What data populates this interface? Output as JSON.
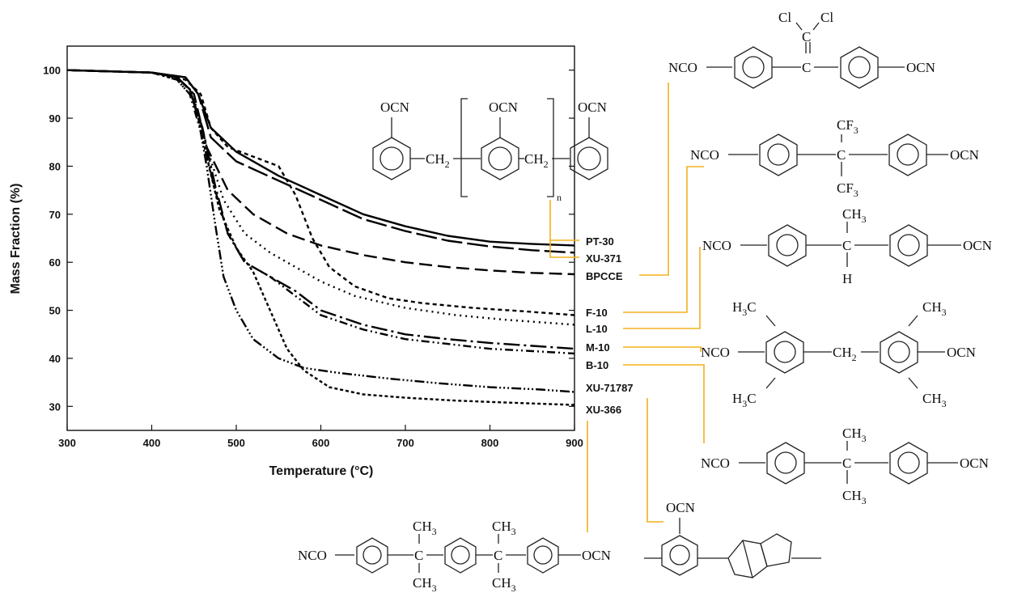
{
  "chart_data": {
    "type": "line",
    "xlabel": "Temperature (°C)",
    "ylabel": "Mass Fraction (%)",
    "xlim": [
      300,
      900
    ],
    "ylim": [
      25,
      105
    ],
    "xticks": [
      300,
      400,
      500,
      600,
      700,
      800,
      900
    ],
    "yticks": [
      30,
      40,
      50,
      60,
      70,
      80,
      90,
      100
    ],
    "grid": false,
    "series": [
      {
        "name": "PT-30",
        "dash": "",
        "x": [
          300,
          400,
          440,
          455,
          470,
          500,
          550,
          600,
          650,
          700,
          750,
          800,
          850,
          900
        ],
        "y": [
          100,
          99.5,
          98.5,
          95,
          88,
          83,
          78,
          74,
          70,
          67.5,
          65.5,
          64.3,
          63.8,
          63.5
        ]
      },
      {
        "name": "XU-371",
        "dash": "26,6",
        "x": [
          300,
          400,
          440,
          455,
          470,
          500,
          550,
          600,
          650,
          700,
          750,
          800,
          850,
          900
        ],
        "y": [
          100,
          99.5,
          98.5,
          95,
          86,
          81,
          77,
          73,
          69,
          66.5,
          64.5,
          63.3,
          62.5,
          62
        ]
      },
      {
        "name": "BPCCE",
        "dash": "16,7",
        "x": [
          300,
          400,
          430,
          450,
          465,
          490,
          520,
          560,
          600,
          650,
          700,
          750,
          800,
          850,
          900
        ],
        "y": [
          100,
          99.5,
          98.5,
          95,
          84,
          75,
          70,
          66,
          63.5,
          61.5,
          60,
          59,
          58.3,
          57.8,
          57.5
        ]
      },
      {
        "name": "F-10",
        "dash": "5,4",
        "x": [
          300,
          400,
          440,
          458,
          470,
          490,
          520,
          550,
          570,
          590,
          610,
          640,
          680,
          720,
          780,
          840,
          900
        ],
        "y": [
          100,
          99.5,
          98,
          95,
          88,
          84,
          82,
          80,
          74,
          65,
          59,
          55,
          52.5,
          51.5,
          50.5,
          49.8,
          49
        ]
      },
      {
        "name": "L-10",
        "dash": "2,5",
        "x": [
          300,
          400,
          430,
          450,
          465,
          485,
          510,
          540,
          570,
          600,
          640,
          700,
          760,
          820,
          900
        ],
        "y": [
          100,
          99.5,
          98,
          94,
          84,
          73,
          66,
          62,
          59,
          56,
          53,
          50.5,
          49,
          48,
          47
        ]
      },
      {
        "name": "M-10",
        "dash": "20,5,3,5",
        "x": [
          300,
          400,
          430,
          445,
          460,
          475,
          490,
          510,
          540,
          570,
          600,
          650,
          700,
          750,
          800,
          850,
          900
        ],
        "y": [
          100,
          99.5,
          98.5,
          96,
          88,
          76,
          66,
          60,
          57,
          54,
          50,
          47,
          45,
          44,
          43.2,
          42.6,
          42
        ]
      },
      {
        "name": "B-10",
        "dash": "10,4,2,4,2,4",
        "x": [
          300,
          400,
          430,
          445,
          460,
          475,
          490,
          510,
          540,
          570,
          600,
          650,
          700,
          750,
          800,
          850,
          900
        ],
        "y": [
          100,
          99.5,
          98,
          95,
          86,
          75,
          66,
          60,
          57,
          53,
          49,
          46,
          44,
          43,
          42,
          41.5,
          41
        ]
      },
      {
        "name": "XU-71787",
        "dash": "12,3,2,3,2,3,2,3",
        "x": [
          300,
          400,
          430,
          445,
          455,
          465,
          475,
          485,
          500,
          520,
          550,
          580,
          620,
          680,
          740,
          800,
          860,
          900
        ],
        "y": [
          100,
          99.5,
          98.5,
          96,
          90,
          80,
          68,
          57,
          50,
          44,
          40,
          38,
          37,
          35.8,
          34.8,
          34,
          33.5,
          33
        ]
      },
      {
        "name": "XU-366",
        "dash": "4,3",
        "x": [
          300,
          400,
          430,
          445,
          455,
          465,
          480,
          500,
          520,
          540,
          560,
          580,
          610,
          650,
          700,
          760,
          820,
          900
        ],
        "y": [
          100,
          99.5,
          98.5,
          96,
          90,
          82,
          71,
          63,
          58,
          50,
          42,
          37.5,
          34,
          32.5,
          31.8,
          31.2,
          30.8,
          30.3
        ]
      }
    ]
  },
  "labels": {
    "pt30": "PT-30",
    "xu371": "XU-371",
    "bpcce": "BPCCE",
    "f10": "F-10",
    "l10": "L-10",
    "m10": "M-10",
    "b10": "B-10",
    "xu71787": "XU-71787",
    "xu366": "XU-366"
  },
  "chem": {
    "ocn": "OCN",
    "nco": "NCO",
    "ch2": "CH",
    "ch3": "CH",
    "cf3": "CF",
    "cl": "Cl",
    "c": "C",
    "h": "H",
    "h3c": "H",
    "n": "n",
    "sub2": "2",
    "sub3": "3"
  },
  "colors": {
    "leader": "#f2b21b",
    "line": "#000000"
  }
}
